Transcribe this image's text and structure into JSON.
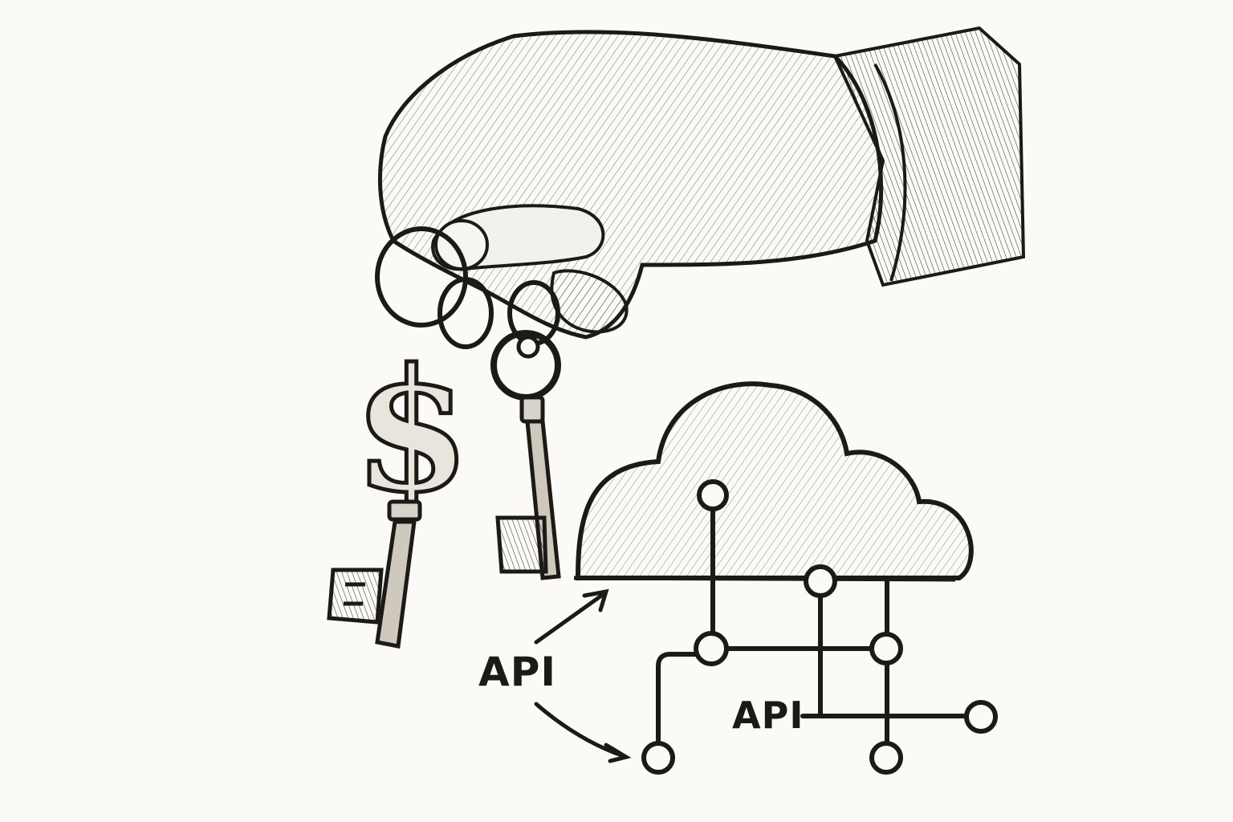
{
  "illustration": {
    "subject": "hand holding keys above cloud API network",
    "labels": {
      "api_left": "API",
      "api_right": "API"
    },
    "elements": {
      "hand": "sketched-hand",
      "dollar_key": "dollar-sign-key",
      "skeleton_key": "skeleton-key",
      "cloud": "cloud",
      "network": "node-network"
    },
    "colors": {
      "background": "#fbfaf6",
      "ink": "#1c1a17"
    }
  }
}
